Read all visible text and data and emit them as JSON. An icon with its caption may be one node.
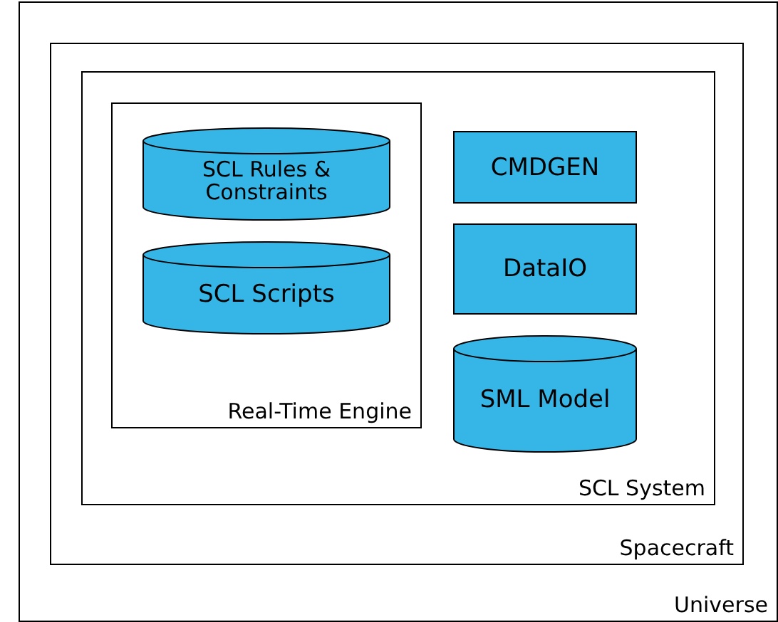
{
  "diagram": {
    "nodes": [
      {
        "text": [
          "Universe"
        ]
      },
      {
        "text": [
          "Spacecraft"
        ],
        "in": 0
      },
      {
        "text": [
          "SCL System"
        ],
        "in": 1
      },
      {
        "text": [
          "Real-Time Engine"
        ],
        "in": 2
      },
      {
        "text": [
          "SCL Rules & Constraints"
        ],
        "in": 3
      },
      {
        "text": [
          "SCL Scripts"
        ],
        "in": 3
      },
      {
        "text": [
          "CMDGEN"
        ],
        "in": 2
      },
      {
        "text": [
          "DataIO"
        ],
        "in": 2
      },
      {
        "text": [
          "SML Model"
        ],
        "in": 2
      }
    ]
  }
}
